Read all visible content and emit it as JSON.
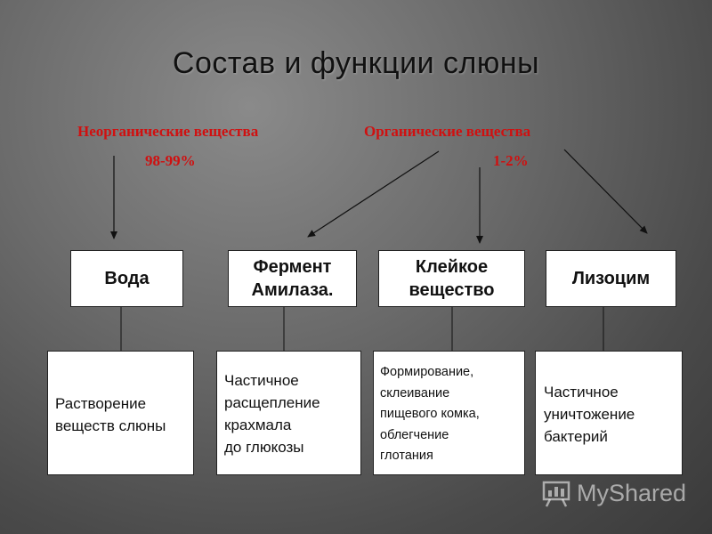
{
  "title": "Состав и функции слюны",
  "inorganic": {
    "label": "Неорганические вещества",
    "percent": "98-99%"
  },
  "organic": {
    "label": "Органические вещества",
    "percent": "1-2%"
  },
  "components": [
    {
      "name": "Вода",
      "function": "Растворение\n веществ слюны"
    },
    {
      "name": "Фермент\nАмилаза.",
      "function": "Частичное\n расщепление\n крахмала\n до глюкозы"
    },
    {
      "name": "Клейкое\nвещество",
      "function": "Формирование,\nсклеивание\n пищевого комка,\nоблегчение\n глотания"
    },
    {
      "name": "Лизоцим",
      "function": "Частичное\n уничтожение\n бактерий"
    }
  ],
  "watermark": "MyShared"
}
